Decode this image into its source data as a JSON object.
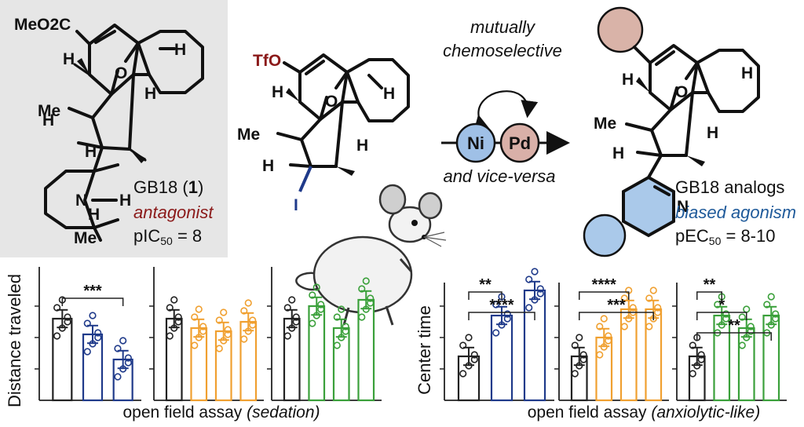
{
  "colors": {
    "panel_bg": "#e6e6e6",
    "dark_red": "#8b1a1a",
    "blue": "#1f3a8a",
    "orange": "#f0a030",
    "green": "#3aa03a",
    "ni_fill": "#9fc0e6",
    "pd_fill": "#d9b0a8",
    "pyridine_fill": "#aac9ea",
    "subst_fill": "#d9b3a8"
  },
  "molecules": {
    "gb18": {
      "ester": "MeO2C",
      "name": "GB18 (",
      "number": "1",
      "name_close": ")",
      "activity": "antagonist",
      "potency_prefix": "pIC",
      "potency_sub": "50",
      "potency_value": " = 8",
      "atoms": {
        "O": "O",
        "H": "H",
        "Me": "Me",
        "N": "N"
      }
    },
    "intermediate": {
      "tfo": "TfO",
      "iodo": "I",
      "O": "O",
      "H": "H",
      "Me": "Me"
    },
    "analogs": {
      "name": "GB18 analogs",
      "activity": "biased agonism",
      "potency_prefix": "pEC",
      "potency_sub": "50",
      "potency_value": " = 8-10",
      "atoms": {
        "O": "O",
        "H": "H",
        "Me": "Me",
        "N": "N"
      }
    }
  },
  "reaction": {
    "line1": "mutually",
    "line2": "chemoselective",
    "ni": "Ni",
    "pd": "Pd",
    "line3": "and vice-versa"
  },
  "chart_data": [
    {
      "type": "bar",
      "assay": "sedation",
      "ylabel": "Distance traveled",
      "xlabel": "open field assay",
      "xlabel_note": "(sedation)",
      "groups": [
        {
          "panel": 1,
          "colors": [
            "black",
            "blue",
            "blue"
          ],
          "values": [
            2.6,
            2.1,
            1.3
          ],
          "significance": [
            {
              "from": 0,
              "to": 2,
              "stars": "***"
            }
          ]
        },
        {
          "panel": 2,
          "colors": [
            "black",
            "orange",
            "orange",
            "orange"
          ],
          "values": [
            2.6,
            2.3,
            2.2,
            2.5
          ],
          "significance": []
        },
        {
          "panel": 3,
          "colors": [
            "black",
            "green",
            "green",
            "green"
          ],
          "values": [
            2.6,
            3.0,
            2.3,
            3.2
          ],
          "significance": []
        }
      ]
    },
    {
      "type": "bar",
      "assay": "anxiolytic-like",
      "ylabel": "Center time",
      "xlabel": "open field assay",
      "xlabel_note": "(anxiolytic-like)",
      "groups": [
        {
          "panel": 1,
          "colors": [
            "black",
            "blue",
            "blue"
          ],
          "values": [
            1.4,
            2.7,
            3.5
          ],
          "significance": [
            {
              "from": 0,
              "to": 1,
              "stars": "**"
            },
            {
              "from": 0,
              "to": 2,
              "stars": "****"
            }
          ]
        },
        {
          "panel": 2,
          "colors": [
            "black",
            "orange",
            "orange",
            "orange"
          ],
          "values": [
            1.4,
            2.0,
            2.9,
            2.9
          ],
          "significance": [
            {
              "from": 0,
              "to": 2,
              "stars": "****"
            },
            {
              "from": 0,
              "to": 3,
              "stars": "***"
            }
          ]
        },
        {
          "panel": 3,
          "colors": [
            "black",
            "green",
            "green",
            "green"
          ],
          "values": [
            1.4,
            2.7,
            2.3,
            2.7
          ],
          "significance": [
            {
              "from": 0,
              "to": 1,
              "stars": "**"
            },
            {
              "from": 0,
              "to": 2,
              "stars": "*"
            },
            {
              "from": 0,
              "to": 3,
              "stars": "**"
            }
          ]
        }
      ]
    }
  ]
}
